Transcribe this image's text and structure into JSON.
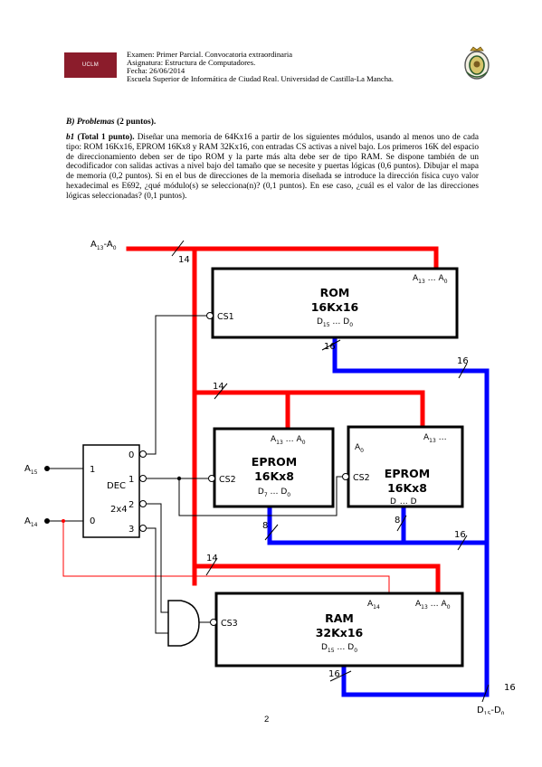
{
  "header": {
    "logo_text": "UCLM",
    "lines": [
      "Examen: Primer Parcial. Convocatoria extraordinaria",
      "Asignatura: Estructura de Computadores.",
      "Fecha: 26/06/2014",
      "Escuela Superior de Informática de Ciudad Real. Universidad de Castilla-La Mancha."
    ]
  },
  "section": {
    "title": "B) Problemas",
    "points": "(2 puntos)."
  },
  "problem": {
    "label": "b1",
    "points": "(Total 1 punto).",
    "text": "Diseñar una memoria de 64Kx16 a partir de los siguientes módulos, usando al menos uno de cada tipo: ROM 16Kx16, EPROM 16Kx8 y RAM 32Kx16, con entradas CS activas a nivel bajo. Los primeros 16K del espacio de direccionamiento deben ser de tipo ROM y la parte más alta debe ser de tipo RAM. Se dispone también de un decodificador con salidas activas a nivel bajo del tamaño que se necesite y puertas lógicas (0,6 puntos). Dibujar el mapa de memoria (0,2 puntos). Si en el bus de direcciones de la memoria diseñada se introduce la dirección física cuyo valor hexadecimal es E692, ¿qué módulo(s) se selecciona(n)? (0,1 puntos). En ese caso, ¿cuál es el valor de las direcciones lógicas seleccionadas? (0,1 puntos)."
  },
  "diagram": {
    "addr_bus": {
      "label": "A",
      "sub1": "13",
      "mid": "-A",
      "sub2": "0",
      "width": "14"
    },
    "rom": {
      "name": "ROM",
      "size": "16Kx16",
      "cs": "CS1",
      "addr_a": "A",
      "addr_sub_a": "13",
      "addr_dots": " … A",
      "addr_sub_b": "0",
      "data_a": "D",
      "data_sub_a": "15",
      "data_dots": " … D",
      "data_sub_b": "0",
      "data_width": "16"
    },
    "eprom1": {
      "name": "EPROM",
      "size": "16Kx8",
      "cs": "CS2",
      "addr_a": "A",
      "addr_sub_a": "13",
      "addr_dots": " … A",
      "addr_sub_b": "0",
      "data_a": "D",
      "data_sub_a": "7",
      "data_dots": " … D",
      "data_sub_b": "0",
      "data_width": "8"
    },
    "eprom2": {
      "name": "EPROM",
      "size": "16Kx8",
      "cs": "CS2",
      "addr_left": "A",
      "addr_left_sub": "0",
      "addr_a": "A",
      "addr_sub_a": "13",
      "addr_dots": " …",
      "data_a": "D",
      "data_dots": " … D",
      "data_width": "8"
    },
    "ram": {
      "name": "RAM",
      "size": "32Kx16",
      "cs": "CS3",
      "a14": "A",
      "a14_sub": "14",
      "addr_a": "A",
      "addr_sub_a": "13",
      "addr_dots": " … A",
      "addr_sub_b": "0",
      "data_a": "D",
      "data_sub_a": "15",
      "data_dots": " … D",
      "data_sub_b": "0",
      "data_width": "16"
    },
    "decoder": {
      "name": "DEC",
      "type": "2x4",
      "in1": "1",
      "in0": "0",
      "out0": "0",
      "out1": "1",
      "out2": "2",
      "out3": "3",
      "a15": "A",
      "a15_sub": "15",
      "a14": "A",
      "a14_sub": "14"
    },
    "bus_width_14_a": "14",
    "bus_width_14_b": "14",
    "data_bus_16_a": "16",
    "data_bus_16_b": "16",
    "data_bus_16_c": "16",
    "output": {
      "label": "D",
      "sub1": "15",
      "mid": "-D",
      "sub2": "0"
    }
  },
  "page_number": "2",
  "colors": {
    "address_bus": "#ff0000",
    "data_bus": "#0000ff",
    "logo": "#8b1c2b"
  }
}
